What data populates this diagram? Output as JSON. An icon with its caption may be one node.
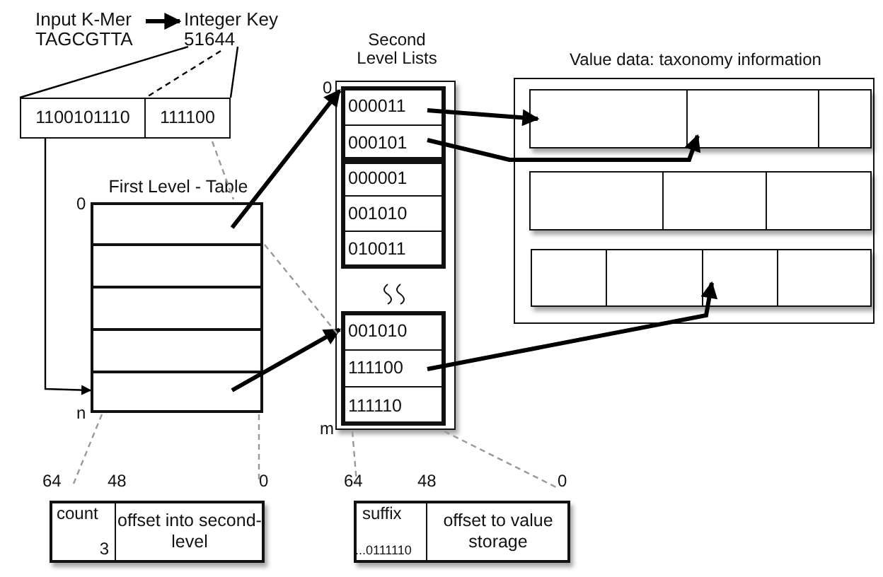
{
  "diagram": {
    "nodes": [
      {
        "text": [
          "Input K-Mer",
          "TAGCGTTA"
        ]
      },
      {
        "text": [
          "Integer Key",
          "51644"
        ]
      },
      {
        "text": [
          "1100101110"
        ]
      },
      {
        "text": [
          "111100"
        ]
      },
      {
        "text": [
          "First Level - Table"
        ],
        "beside": [
          "0",
          "n"
        ]
      },
      {
        "text": [],
        "shape": "box",
        "in": 4
      },
      {
        "text": [],
        "shape": "box",
        "in": 4
      },
      {
        "text": [],
        "shape": "box",
        "in": 4
      },
      {
        "text": [],
        "shape": "box",
        "in": 4
      },
      {
        "text": [],
        "shape": "box",
        "in": 4
      },
      {
        "text": [
          "Second Level Lists"
        ],
        "beside": [
          "0",
          "m"
        ]
      },
      {
        "text": [],
        "shape": "box",
        "in": 10
      },
      {
        "text": [
          "000011"
        ],
        "in": 11
      },
      {
        "text": [
          "000101"
        ],
        "in": 11
      },
      {
        "text": [],
        "shape": "box",
        "in": 10
      },
      {
        "text": [
          "000001"
        ],
        "in": 14
      },
      {
        "text": [
          "001010"
        ],
        "in": 14
      },
      {
        "text": [
          "010011"
        ],
        "in": 14
      },
      {
        "text": [],
        "shape": "box",
        "in": 10
      },
      {
        "text": [
          "001010"
        ],
        "in": 18
      },
      {
        "text": [
          "111100"
        ],
        "in": 18
      },
      {
        "text": [
          "111110"
        ],
        "in": 18
      },
      {
        "text": [
          "Value data: taxonomy information"
        ]
      },
      {
        "text": [],
        "shape": "box",
        "in": 22
      },
      {
        "text": [],
        "shape": "box",
        "in": 23
      },
      {
        "text": [],
        "shape": "box",
        "in": 23
      },
      {
        "text": [],
        "shape": "box",
        "in": 23
      },
      {
        "text": [],
        "shape": "box",
        "in": 22
      },
      {
        "text": [],
        "shape": "box",
        "in": 27
      },
      {
        "text": [],
        "shape": "box",
        "in": 27
      },
      {
        "text": [],
        "shape": "box",
        "in": 27
      },
      {
        "text": [],
        "shape": "box",
        "in": 22
      },
      {
        "text": [],
        "shape": "box",
        "in": 31
      },
      {
        "text": [],
        "shape": "box",
        "in": 31
      },
      {
        "text": [],
        "shape": "box",
        "in": 31
      },
      {
        "text": [],
        "shape": "box",
        "in": 31
      },
      {
        "text": [],
        "shape": "box"
      },
      {
        "text": [
          "count",
          "3"
        ],
        "in": 36
      },
      {
        "text": [
          "offset into second-level"
        ],
        "in": 36
      },
      {
        "text": [],
        "shape": "box"
      },
      {
        "text": [
          "suffix",
          "...0111110"
        ],
        "in": 39
      },
      {
        "text": [
          "offset to value storage"
        ],
        "in": 39
      }
    ],
    "edges": [
      {
        "from": 0,
        "to": 1,
        "arrow": "to",
        "style": "thick",
        "color": "#000000"
      },
      {
        "from": 1,
        "to": 2,
        "arrow": "none",
        "color": "#000000"
      },
      {
        "from": 1,
        "to": 3,
        "arrow": "none",
        "color": "#000000"
      },
      {
        "from": 1,
        "to": 3,
        "arrow": "none",
        "style": "dashed",
        "color": "#000000"
      },
      {
        "from": 2,
        "to": 9,
        "arrow": "to",
        "color": "#000000"
      },
      {
        "from": 3,
        "to": 4,
        "arrow": "none",
        "style": "dashed",
        "color": "#999999"
      },
      {
        "from": 5,
        "to": 12,
        "arrow": "to",
        "style": "thick",
        "color": "#000000"
      },
      {
        "from": 9,
        "to": 19,
        "arrow": "to",
        "style": "thick",
        "color": "#000000"
      },
      {
        "from": 4,
        "to": 18,
        "arrow": "none",
        "style": "dashed",
        "color": "#999999"
      },
      {
        "from": 12,
        "to": 24,
        "arrow": "to",
        "style": "thick",
        "color": "#000000"
      },
      {
        "from": 13,
        "to": 25,
        "arrow": "to",
        "style": "thick",
        "color": "#000000"
      },
      {
        "from": 20,
        "to": 34,
        "arrow": "to",
        "style": "thick",
        "color": "#000000"
      },
      {
        "from": 4,
        "to": 36,
        "arrow": "none",
        "style": "dashed",
        "color": "#999999"
      },
      {
        "from": 4,
        "to": 36,
        "arrow": "none",
        "style": "dashed",
        "color": "#999999"
      },
      {
        "from": 10,
        "to": 39,
        "arrow": "none",
        "style": "dashed",
        "color": "#999999"
      },
      {
        "from": 10,
        "to": 39,
        "arrow": "none",
        "style": "dashed",
        "color": "#999999"
      }
    ],
    "labels": [
      "64",
      "48",
      "0",
      "64",
      "48",
      "0"
    ]
  }
}
